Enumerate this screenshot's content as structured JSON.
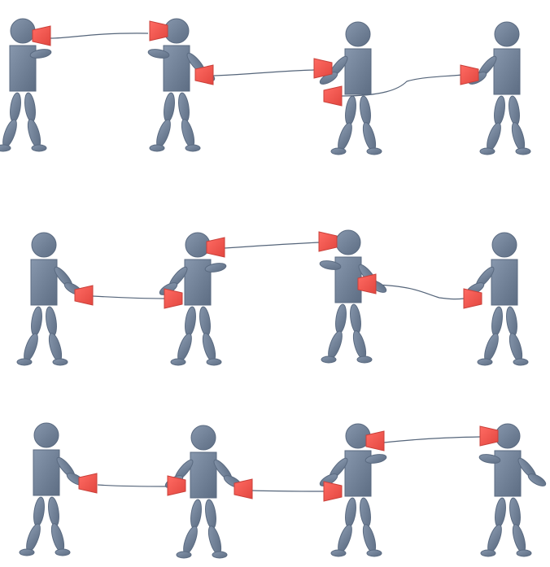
{
  "scene": {
    "description_text": "",
    "figure_color": "#6f7f95",
    "figure_stroke": "#5a6a80",
    "cup_color": "#f25a52",
    "cup_stroke": "#c9403a",
    "string_color": "#55657a"
  },
  "rows": [
    {
      "name": "row-1",
      "figures": 4,
      "strings": 3
    },
    {
      "name": "row-2",
      "figures": 4,
      "strings": 3
    },
    {
      "name": "row-3",
      "figures": 4,
      "strings": 3
    }
  ]
}
